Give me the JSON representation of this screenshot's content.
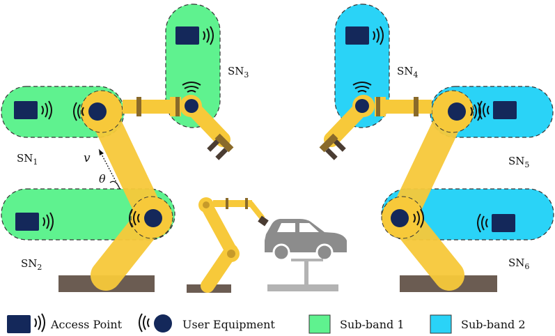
{
  "subnetworks": {
    "sn1": {
      "label": "SN",
      "sub": "1"
    },
    "sn2": {
      "label": "SN",
      "sub": "2"
    },
    "sn3": {
      "label": "SN",
      "sub": "3"
    },
    "sn4": {
      "label": "SN",
      "sub": "4"
    },
    "sn5": {
      "label": "SN",
      "sub": "5"
    },
    "sn6": {
      "label": "SN",
      "sub": "6"
    }
  },
  "annotations": {
    "velocity": "v",
    "angle": "θ"
  },
  "legend": {
    "access_point": "Access Point",
    "user_equipment": "User Equipment",
    "subband1": "Sub-band 1",
    "subband2": "Sub-band 2"
  },
  "colors": {
    "subband1": "#5ff28f",
    "subband2": "#2ad3f7",
    "robot_arm": "#f7c93a",
    "device": "#14285a",
    "car": "#8c8c8c",
    "base": "#6b5c52"
  }
}
